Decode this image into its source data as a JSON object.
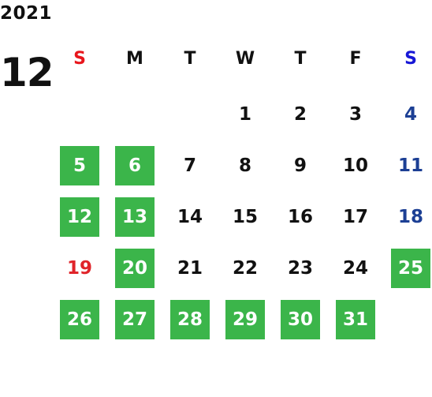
{
  "calendar": {
    "year": "2021",
    "month": "12",
    "colors": {
      "sunday_header": "#e8161c",
      "saturday_header": "#1717d6",
      "saturday_date": "#1c3f94",
      "sunday_date": "#e0242a",
      "weekday": "#111111",
      "holiday_bg": "#3bb54a",
      "holiday_text": "#ffffff"
    },
    "weekdays": [
      {
        "label": "S",
        "color": "#e8161c"
      },
      {
        "label": "M",
        "color": "#111111"
      },
      {
        "label": "T",
        "color": "#111111"
      },
      {
        "label": "W",
        "color": "#111111"
      },
      {
        "label": "T",
        "color": "#111111"
      },
      {
        "label": "F",
        "color": "#111111"
      },
      {
        "label": "S",
        "color": "#1717d6"
      }
    ],
    "weeks": [
      [
        {
          "day": "",
          "holiday": false,
          "color": "#111111"
        },
        {
          "day": "",
          "holiday": false,
          "color": "#111111"
        },
        {
          "day": "",
          "holiday": false,
          "color": "#111111"
        },
        {
          "day": "1",
          "holiday": false,
          "color": "#111111"
        },
        {
          "day": "2",
          "holiday": false,
          "color": "#111111"
        },
        {
          "day": "3",
          "holiday": false,
          "color": "#111111"
        },
        {
          "day": "4",
          "holiday": false,
          "color": "#1c3f94"
        }
      ],
      [
        {
          "day": "5",
          "holiday": true,
          "color": "#ffffff"
        },
        {
          "day": "6",
          "holiday": true,
          "color": "#ffffff"
        },
        {
          "day": "7",
          "holiday": false,
          "color": "#111111"
        },
        {
          "day": "8",
          "holiday": false,
          "color": "#111111"
        },
        {
          "day": "9",
          "holiday": false,
          "color": "#111111"
        },
        {
          "day": "10",
          "holiday": false,
          "color": "#111111"
        },
        {
          "day": "11",
          "holiday": false,
          "color": "#1c3f94"
        }
      ],
      [
        {
          "day": "12",
          "holiday": true,
          "color": "#ffffff"
        },
        {
          "day": "13",
          "holiday": true,
          "color": "#ffffff"
        },
        {
          "day": "14",
          "holiday": false,
          "color": "#111111"
        },
        {
          "day": "15",
          "holiday": false,
          "color": "#111111"
        },
        {
          "day": "16",
          "holiday": false,
          "color": "#111111"
        },
        {
          "day": "17",
          "holiday": false,
          "color": "#111111"
        },
        {
          "day": "18",
          "holiday": false,
          "color": "#1c3f94"
        }
      ],
      [
        {
          "day": "19",
          "holiday": false,
          "color": "#e0242a"
        },
        {
          "day": "20",
          "holiday": true,
          "color": "#ffffff"
        },
        {
          "day": "21",
          "holiday": false,
          "color": "#111111"
        },
        {
          "day": "22",
          "holiday": false,
          "color": "#111111"
        },
        {
          "day": "23",
          "holiday": false,
          "color": "#111111"
        },
        {
          "day": "24",
          "holiday": false,
          "color": "#111111"
        },
        {
          "day": "25",
          "holiday": true,
          "color": "#ffffff"
        }
      ],
      [
        {
          "day": "26",
          "holiday": true,
          "color": "#ffffff"
        },
        {
          "day": "27",
          "holiday": true,
          "color": "#ffffff"
        },
        {
          "day": "28",
          "holiday": true,
          "color": "#ffffff"
        },
        {
          "day": "29",
          "holiday": true,
          "color": "#ffffff"
        },
        {
          "day": "30",
          "holiday": true,
          "color": "#ffffff"
        },
        {
          "day": "31",
          "holiday": true,
          "color": "#ffffff"
        },
        {
          "day": "",
          "holiday": false,
          "color": "#111111"
        }
      ]
    ]
  }
}
